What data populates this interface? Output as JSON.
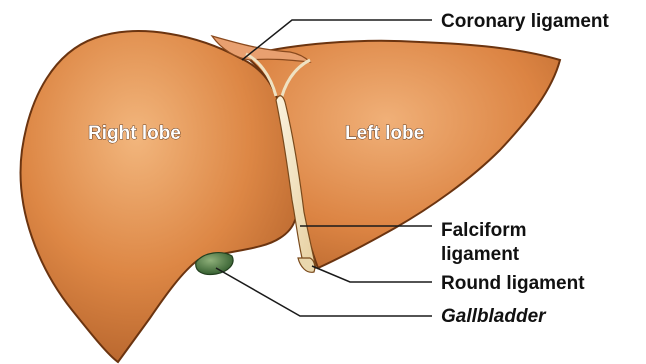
{
  "diagram": {
    "regions": {
      "right_lobe": "Right lobe",
      "left_lobe": "Left lobe"
    },
    "callouts": {
      "coronary": "Coronary ligament",
      "falciform_line1": "Falciform",
      "falciform_line2": "ligament",
      "round": "Round ligament",
      "gallbladder": "Gallbladder"
    },
    "colors": {
      "liver": "#d9823f",
      "liver_highlight": "#f0b27a",
      "liver_shadow": "#a85a22",
      "outline": "#6b3410",
      "ligament": "#f3e7c8",
      "gallbladder": "#3f6b3a",
      "leader_line": "#1a1a1a"
    }
  }
}
